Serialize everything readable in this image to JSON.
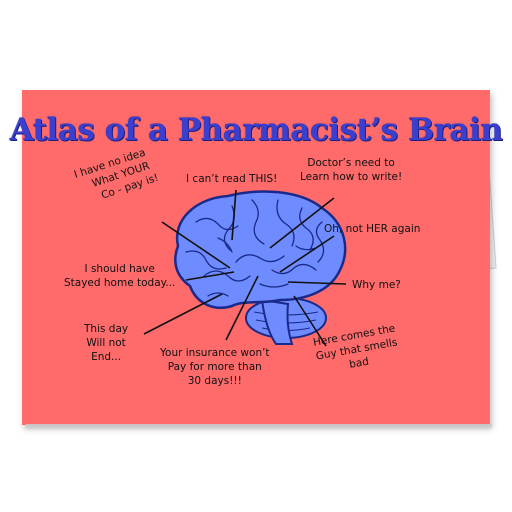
{
  "card": {
    "background_color": "#ff6b6b",
    "title": "Atlas of a Pharmacist’s Brain",
    "title_color": "#3a3fcf",
    "brain_color": "#6e8cff",
    "labels": {
      "copay_1": "I have no idea",
      "copay_2": "What YOUR",
      "copay_3": "Co - pay is!",
      "cant_read": "I can’t read THIS!",
      "doctor_1": "Doctor’s need to",
      "doctor_2": "Learn how to write!",
      "not_her": "Oh, not HER again",
      "why_me": "Why me?",
      "stayed_1": "I should have",
      "stayed_2": "Stayed home today...",
      "this_day_1": "This day",
      "this_day_2": "Will not",
      "this_day_3": "End...",
      "insurance_1": "Your insurance won’t",
      "insurance_2": "Pay for more than",
      "insurance_3": "30 days!!!",
      "smells_1": "Here comes the",
      "smells_2": "Guy that smells",
      "smells_3": "bad"
    }
  }
}
